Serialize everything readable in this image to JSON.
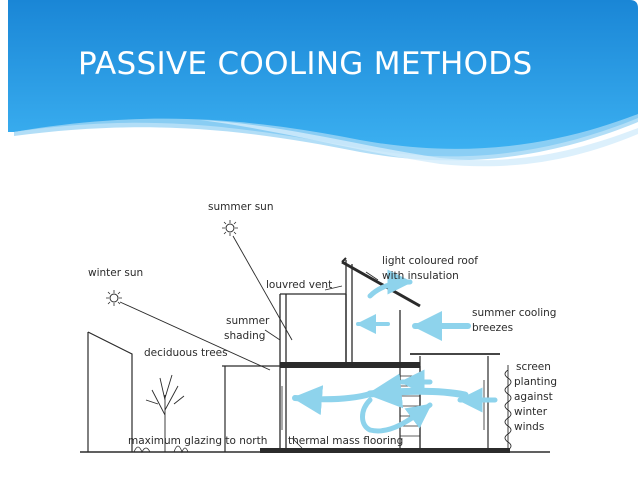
{
  "slide": {
    "title": "PASSIVE COOLING METHODS"
  },
  "diagram": {
    "labels": {
      "summer_sun": "summer sun",
      "winter_sun": "winter sun",
      "louvred_vent": "louvred vent",
      "light_roof_line1": "light coloured roof",
      "light_roof_line2": "with insulation",
      "summer_shading_line1": "summer",
      "summer_shading_line2": "shading",
      "summer_breezes_line1": "summer cooling",
      "summer_breezes_line2": "breezes",
      "deciduous_trees": "deciduous trees",
      "screen_line1": "screen",
      "screen_line2": "planting",
      "screen_line3": "against",
      "screen_line4": "winter",
      "screen_line5": "winds",
      "max_glazing": "maximum glazing to north",
      "thermal_mass": "thermal mass flooring"
    },
    "colors": {
      "ink": "#2b2b2b",
      "breeze_arrow": "#8ed3ec",
      "header_top": "#1a86d6",
      "header_bottom": "#3aaef0"
    }
  }
}
